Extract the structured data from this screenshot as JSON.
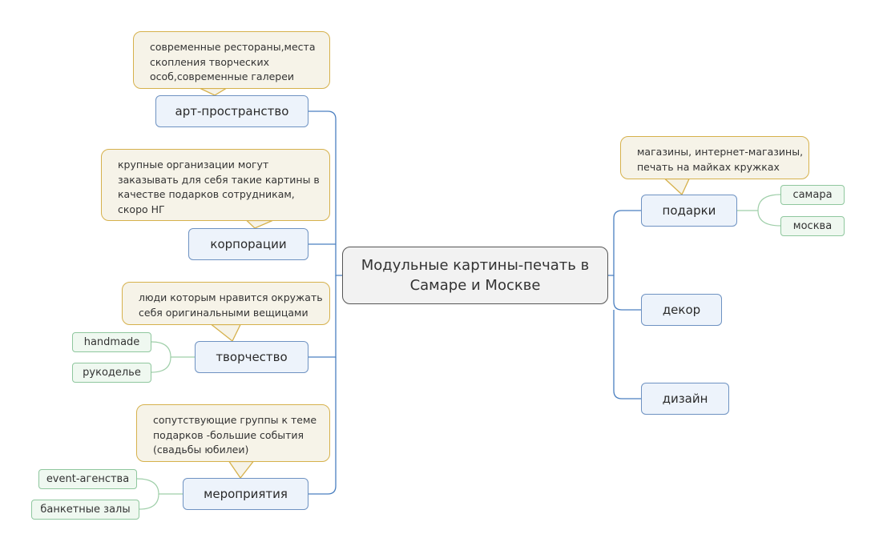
{
  "mindmap": {
    "central": {
      "lines": [
        "Модульные картины-печать в",
        "Самаре и Москве"
      ]
    },
    "left": [
      {
        "label": "арт-пространство",
        "note": [
          "современные рестораны,места",
          "скопления творческих",
          "особ,современные галереи"
        ],
        "subtopics": []
      },
      {
        "label": "корпорации",
        "note": [
          "крупные организации могут",
          "заказывать для себя такие картины в",
          "качестве подарков сотрудникам,",
          "скоро НГ"
        ],
        "subtopics": []
      },
      {
        "label": "творчество",
        "note": [
          "люди которым нравится окружать",
          "себя оригинальными вещицами"
        ],
        "subtopics": [
          "handmade",
          "рукоделье"
        ]
      },
      {
        "label": "мероприятия",
        "note": [
          "сопутствующие группы к теме",
          "подарков -большие события",
          "(свадьбы юбилеи)"
        ],
        "subtopics": [
          "event-агенства",
          "банкетные залы"
        ]
      }
    ],
    "right": [
      {
        "label": "подарки",
        "note": [
          "магазины, интернет-магазины,",
          "печать на майках кружках"
        ],
        "subtopics": [
          "самара",
          "москва"
        ]
      },
      {
        "label": "декор",
        "note": [],
        "subtopics": []
      },
      {
        "label": "дизайн",
        "note": [],
        "subtopics": []
      }
    ]
  },
  "colors": {
    "topic_border": "#6e92c2",
    "topic_fill": "#edf3fb",
    "note_border": "#d6b14c",
    "note_fill": "#f6f3e8",
    "sub_border": "#8fc79e",
    "sub_fill": "#eff8f0",
    "connector": "#4a7fc0",
    "sub_connector": "#9fcfa9"
  }
}
